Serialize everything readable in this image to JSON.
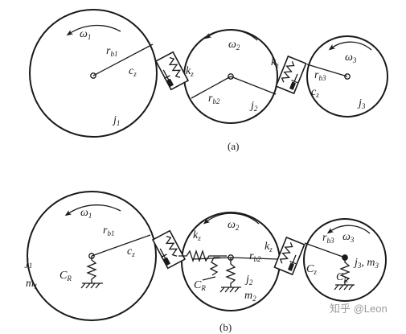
{
  "diagram_a": {
    "caption": "(a)",
    "omega1": "ω",
    "omega1_sub": "1",
    "omega2": "ω",
    "omega2_sub": "2",
    "omega3": "ω",
    "omega3_sub": "3",
    "rb1": "r",
    "rb1_sub": "b1",
    "rb2": "r",
    "rb2_sub": "b2",
    "rb3": "r",
    "rb3_sub": "b3",
    "cz_left": "c",
    "cz_left_sub": "z",
    "kz_left": "k",
    "kz_left_sub": "z",
    "kz_right": "k",
    "kz_right_sub": "z",
    "cz_right": "c",
    "cz_right_sub": "z",
    "j1": "j",
    "j1_sub": "1",
    "j2": "j",
    "j2_sub": "2",
    "j3": "j",
    "j3_sub": "3"
  },
  "diagram_b": {
    "caption": "(b)",
    "omega1": "ω",
    "omega1_sub": "1",
    "omega2": "ω",
    "omega2_sub": "2",
    "omega3": "ω",
    "omega3_sub": "3",
    "rb1": "r",
    "rb1_sub": "b1",
    "rb2": "r",
    "rb2_sub": "b2",
    "rb3": "r",
    "rb3_sub": "b3",
    "cz_left": "c",
    "cz_left_sub": "z",
    "kz_left": "k",
    "kz_left_sub": "z",
    "kz_right": "k",
    "kz_right_sub": "z",
    "cz_right": "C",
    "cz_right_sub": "z",
    "j1": "j",
    "j1_sub": "1",
    "m1": "m",
    "m1_sub": "1",
    "cr1": "C",
    "cr1_sub": "R",
    "cr2": "C",
    "cr2_sub": "R",
    "j2": "j",
    "j2_sub": "2",
    "m2": "m",
    "m2_sub": "2",
    "j3m3": "j",
    "j3m3_sub": "3",
    "j3m3_sep": ", m",
    "j3m3_sub2": "3",
    "cr3": "C",
    "cr3_sub": "R"
  },
  "watermark": "知乎 @Leon"
}
